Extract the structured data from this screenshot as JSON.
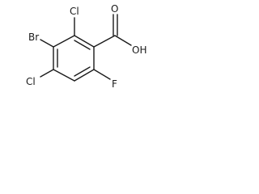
{
  "molecule": {
    "atoms": {
      "o_double": "O",
      "oh": "OH",
      "cl_top": "Cl",
      "br": "Br",
      "cl_bottom": "Cl",
      "f": "F"
    }
  }
}
